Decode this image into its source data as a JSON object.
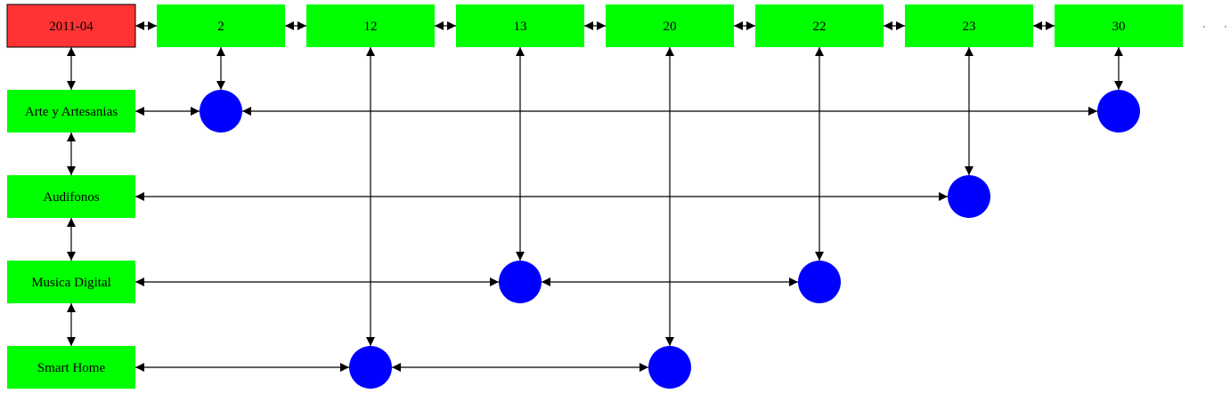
{
  "root": {
    "label": "2011-04",
    "color": "#ff3333"
  },
  "days": [
    "2",
    "12",
    "13",
    "20",
    "22",
    "23",
    "30"
  ],
  "categories": [
    "Arte y Artesanias",
    "Audifonos",
    "Musica Digital",
    "Smart Home"
  ],
  "events": [
    {
      "day": "2",
      "category": "Arte y Artesanias"
    },
    {
      "day": "30",
      "category": "Arte y Artesanias"
    },
    {
      "day": "23",
      "category": "Audifonos"
    },
    {
      "day": "13",
      "category": "Musica Digital"
    },
    {
      "day": "22",
      "category": "Musica Digital"
    },
    {
      "day": "12",
      "category": "Smart Home"
    },
    {
      "day": "20",
      "category": "Smart Home"
    }
  ],
  "colors": {
    "box": "#00ff00",
    "event": "#0000ff",
    "edge": "#000000"
  }
}
